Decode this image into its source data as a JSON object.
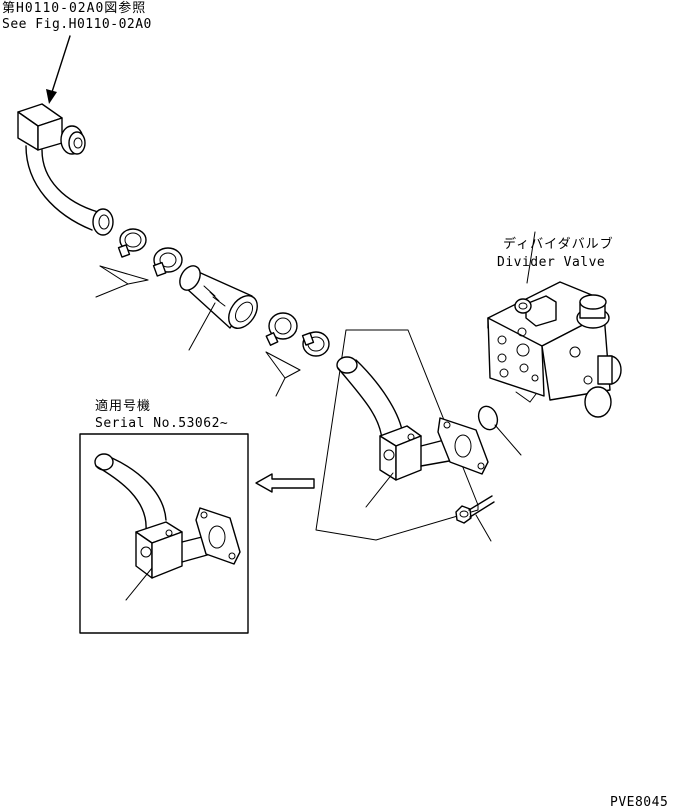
{
  "labels": {
    "ref_jp": "第H0110-02A0図参照",
    "ref_en": "See Fig.H0110-02A0",
    "valve_jp": "ディバイダバルブ",
    "valve_en": "Divider Valve",
    "serial_jp": "適用号機",
    "serial_en": "Serial No.53062~",
    "code": "PVE8045"
  },
  "colors": {
    "ink": "#000000",
    "paper": "#ffffff"
  }
}
